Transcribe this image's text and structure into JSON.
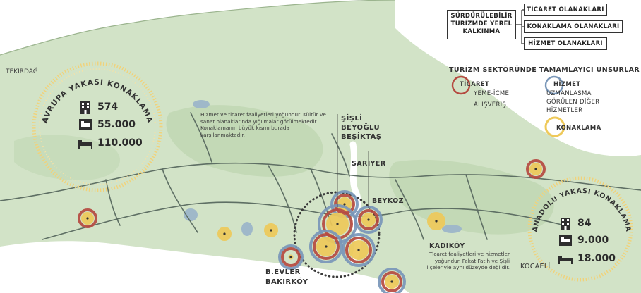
{
  "hierarchy": {
    "root_label": "SÜRDÜRÜLEBİLİR TURİZMDE YEREL KALKINMA",
    "root_lines": [
      "SÜRDÜRÜLEBİLİR",
      "TURİZMDE YEREL",
      "KALKINMA"
    ],
    "branches": [
      "TİCARET OLANAKLARI",
      "KONAKLAMA OLANAKLARI",
      "HİZMET OLANAKLARI"
    ]
  },
  "legend": {
    "title": "TURİZM SEKTÖRÜNDE TAMAMLAYICI UNSURLAR",
    "ticaret": {
      "label": "TİCARET",
      "items": [
        "YEME-İÇME",
        "ALIŞVERİŞ"
      ],
      "color": "#b54a40"
    },
    "hizmet": {
      "label": "HİZMET",
      "items": [
        "UZMANLAŞMA",
        "GÖRÜLEN DİĞER",
        "HİZMETLER"
      ],
      "color": "#7896b8"
    },
    "konaklama": {
      "label": "KONAKLAMA",
      "color": "#eec95a"
    }
  },
  "europe": {
    "title": "AVRUPA YAKASI KONAKLAMA",
    "stats": [
      {
        "icon": "hotel-building-icon",
        "value": "574"
      },
      {
        "icon": "bed-room-icon",
        "value": "55.000"
      },
      {
        "icon": "bed-icon",
        "value": "110.000"
      }
    ]
  },
  "anatolia": {
    "title": "ANADOLU YAKASI KONAKLAMA",
    "stats": [
      {
        "icon": "hotel-building-icon",
        "value": "84"
      },
      {
        "icon": "bed-room-icon",
        "value": "9.000"
      },
      {
        "icon": "bed-icon",
        "value": "18.000"
      }
    ]
  },
  "places": {
    "tekirdag": "TEKİRDAĞ",
    "sisli": "ŞİŞLİ",
    "beyoglu": "BEYOĞLU",
    "besiktas": "BEŞİKTAŞ",
    "sariyer": "SARIYER",
    "beykoz": "BEYKOZ",
    "kadikoy": "KADIKÖY",
    "bevler": "B.EVLER",
    "bakirkoy": "BAKIRKÖY",
    "kocaeli": "KOCAELİ"
  },
  "notes": {
    "europe": "Hizmet ve ticaret faaliyetleri yoğundur. Kültür ve sanat olanaklarında yığılmalar görülmektedir. Konaklamanın büyük kısmı burada karşılanmaktadır.",
    "anatolia": "Ticaret faaliyetleri ve hizmetler yoğundur. Fakat Fatih ve Şişli ilçeleriyle aynı düzeyde değildir."
  },
  "colors": {
    "land": "#cfe0c4",
    "land_dark": "#bcd3b0",
    "road": "#5d6e63",
    "ticaret": "#b54a40",
    "hizmet": "#7896b8",
    "konaklama": "#eec95a"
  }
}
